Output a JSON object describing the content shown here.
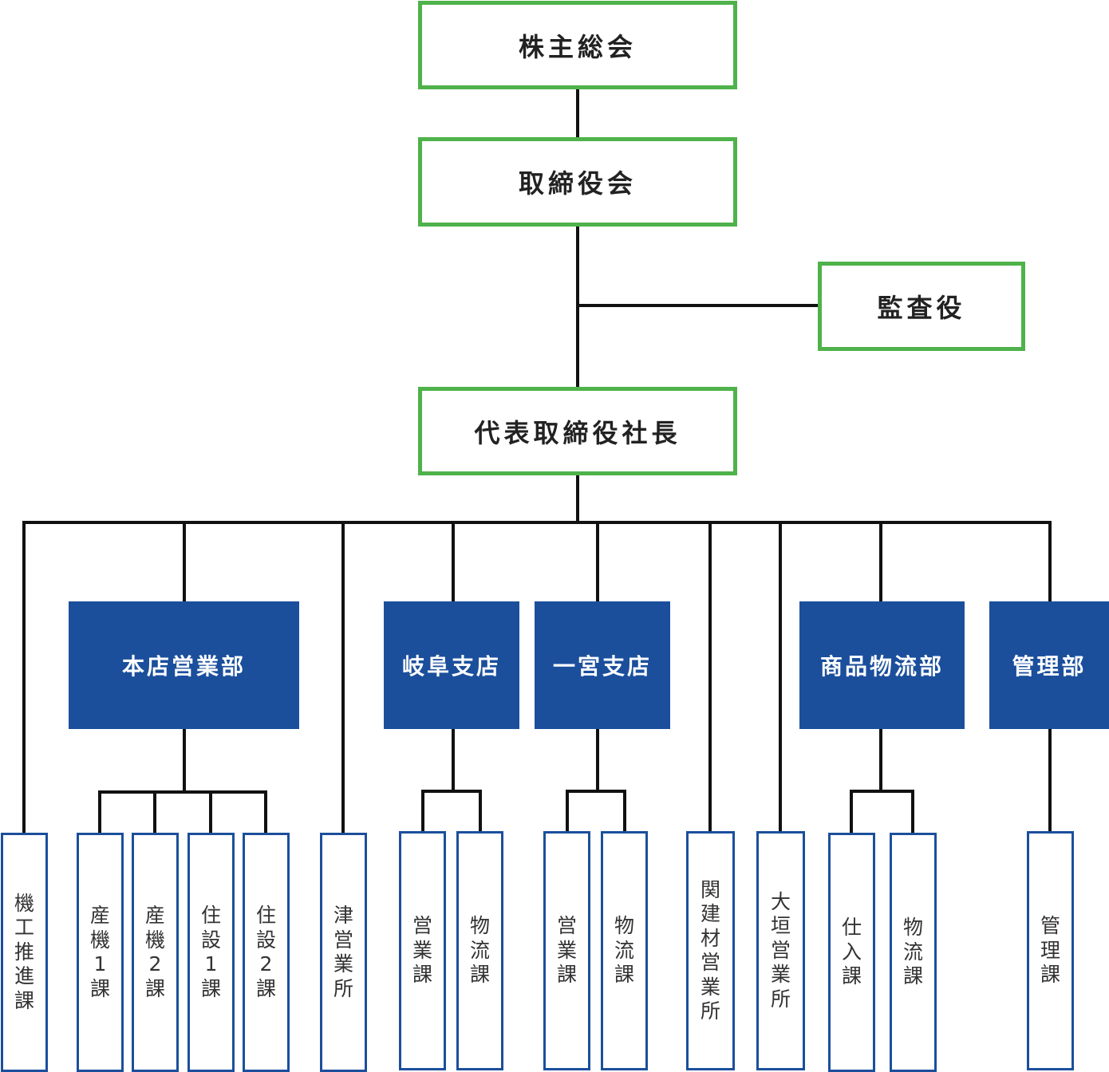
{
  "accent_colors": {
    "top_border": "#4fb24a",
    "department_fill": "#1b4f9c",
    "section_border": "#1b4f9c",
    "line": "#111111"
  },
  "top": {
    "shareholders_meeting": "株主総会",
    "board_of_directors": "取締役会",
    "auditor": "監査役",
    "president": "代表取締役社長"
  },
  "departments": {
    "honten": "本店営業部",
    "gifu": "岐阜支店",
    "ichinomiya": "一宮支店",
    "logistics": "商品物流部",
    "admin": "管理部"
  },
  "sections": {
    "kiko": "機工推進課",
    "sanki1": "産機1課",
    "sanki2": "産機2課",
    "jusetsu1": "住設1課",
    "jusetsu2": "住設2課",
    "tsu": "津営業所",
    "gifu_sales": "営業課",
    "gifu_logi": "物流課",
    "ichi_sales": "営業課",
    "ichi_logi": "物流課",
    "kanken": "関建材営業所",
    "ogaki": "大垣営業所",
    "shiire": "仕入課",
    "logi_logi": "物流課",
    "kanri": "管理課"
  }
}
